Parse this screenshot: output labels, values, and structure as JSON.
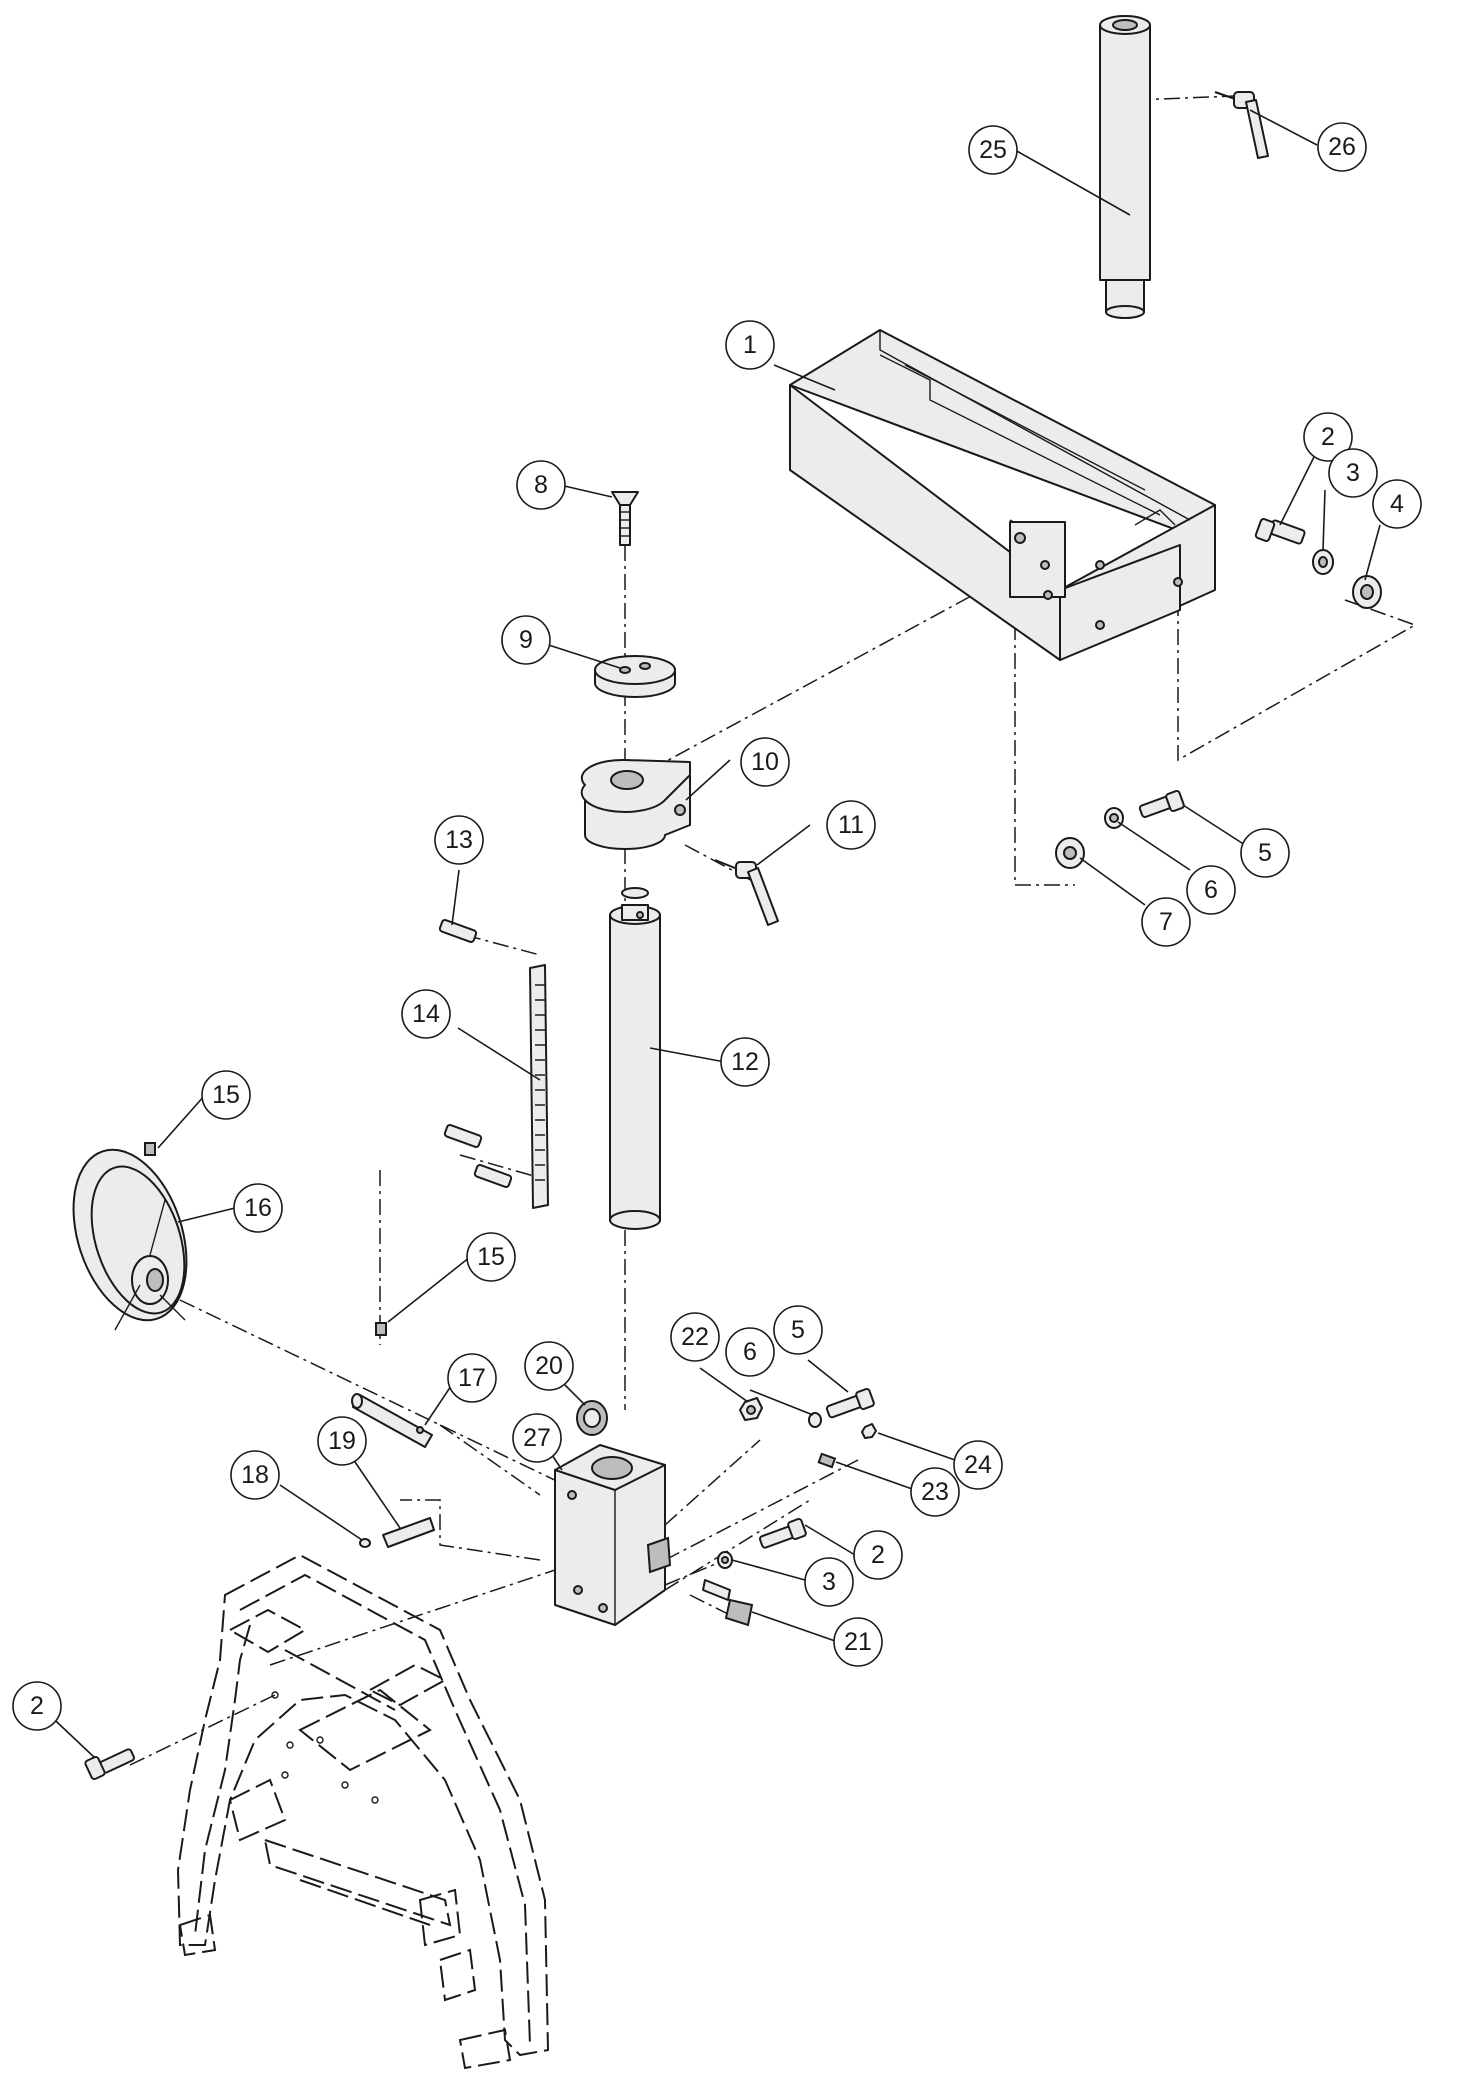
{
  "diagram": {
    "callouts": [
      {
        "id": "c1",
        "label": "1"
      },
      {
        "id": "c2a",
        "label": "2"
      },
      {
        "id": "c3a",
        "label": "3"
      },
      {
        "id": "c4",
        "label": "4"
      },
      {
        "id": "c5a",
        "label": "5"
      },
      {
        "id": "c6a",
        "label": "6"
      },
      {
        "id": "c7",
        "label": "7"
      },
      {
        "id": "c8",
        "label": "8"
      },
      {
        "id": "c9",
        "label": "9"
      },
      {
        "id": "c10",
        "label": "10"
      },
      {
        "id": "c11",
        "label": "11"
      },
      {
        "id": "c12",
        "label": "12"
      },
      {
        "id": "c13",
        "label": "13"
      },
      {
        "id": "c14",
        "label": "14"
      },
      {
        "id": "c15a",
        "label": "15"
      },
      {
        "id": "c16",
        "label": "16"
      },
      {
        "id": "c15b",
        "label": "15"
      },
      {
        "id": "c17",
        "label": "17"
      },
      {
        "id": "c18",
        "label": "18"
      },
      {
        "id": "c19",
        "label": "19"
      },
      {
        "id": "c20",
        "label": "20"
      },
      {
        "id": "c22",
        "label": "22"
      },
      {
        "id": "c6b",
        "label": "6"
      },
      {
        "id": "c5b",
        "label": "5"
      },
      {
        "id": "c24",
        "label": "24"
      },
      {
        "id": "c23",
        "label": "23"
      },
      {
        "id": "c27",
        "label": "27"
      },
      {
        "id": "c2b",
        "label": "2"
      },
      {
        "id": "c3b",
        "label": "3"
      },
      {
        "id": "c21",
        "label": "21"
      },
      {
        "id": "c2c",
        "label": "2"
      },
      {
        "id": "c25",
        "label": "25"
      },
      {
        "id": "c26",
        "label": "26"
      }
    ]
  }
}
